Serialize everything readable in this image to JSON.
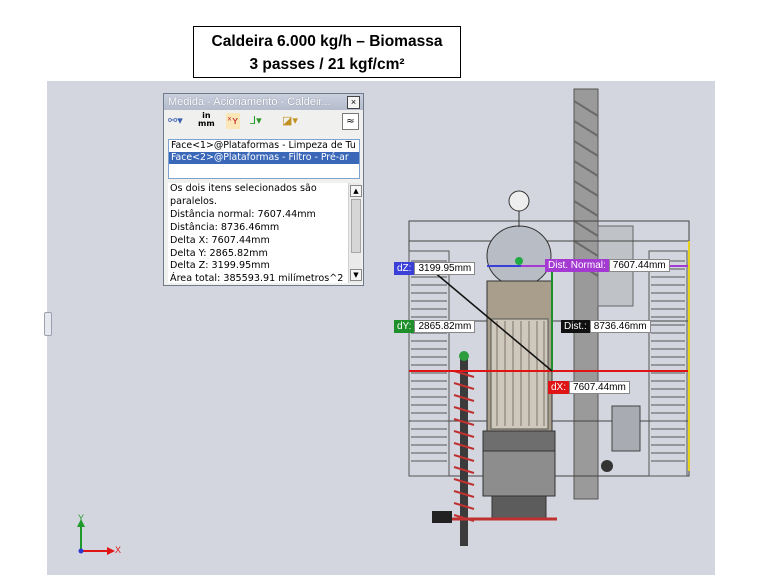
{
  "slide": {
    "title_line1": "Caldeira 6.000 kg/h – Biomassa",
    "title_line2": "3 passes / 21 kgf/cm²"
  },
  "dialog": {
    "title": "Medida - Acionamento - Caldeir...",
    "close_glyph": "×",
    "units_top": "in",
    "units_bottom": "mm",
    "collapse_glyph": "≈",
    "selections": [
      "Face<1>@Plataformas - Limpeza de Tu",
      "Face<2>@Plataformas - Filtro - Pré-ar"
    ],
    "results": [
      "Os dois itens selecionados são",
      "paralelos.",
      "Distância normal: 7607.44mm",
      "Distância: 8736.46mm",
      "Delta X: 7607.44mm",
      "Delta Y: 2865.82mm",
      "Delta Z: 3199.95mm",
      "Área total: 385593.91 milímetros^2"
    ]
  },
  "tags": {
    "dz_label": "dZ:",
    "dz_value": "3199.95mm",
    "dn_label": "Dist. Normal:",
    "dn_value": "7607.44mm",
    "dy_label": "dY:",
    "dy_value": "2865.82mm",
    "dist_label": "Dist.:",
    "dist_value": "8736.46mm",
    "dx_label": "dX:",
    "dx_value": "7607.44mm"
  },
  "triad": {
    "y_label": "Y",
    "x_label": "X"
  },
  "colors": {
    "dz": "#3a3fd8",
    "dn": "#a43ad2",
    "dy": "#1f8f2a",
    "dist": "#111111",
    "dx": "#e01414",
    "viewport_bg": "#d3d6de"
  }
}
